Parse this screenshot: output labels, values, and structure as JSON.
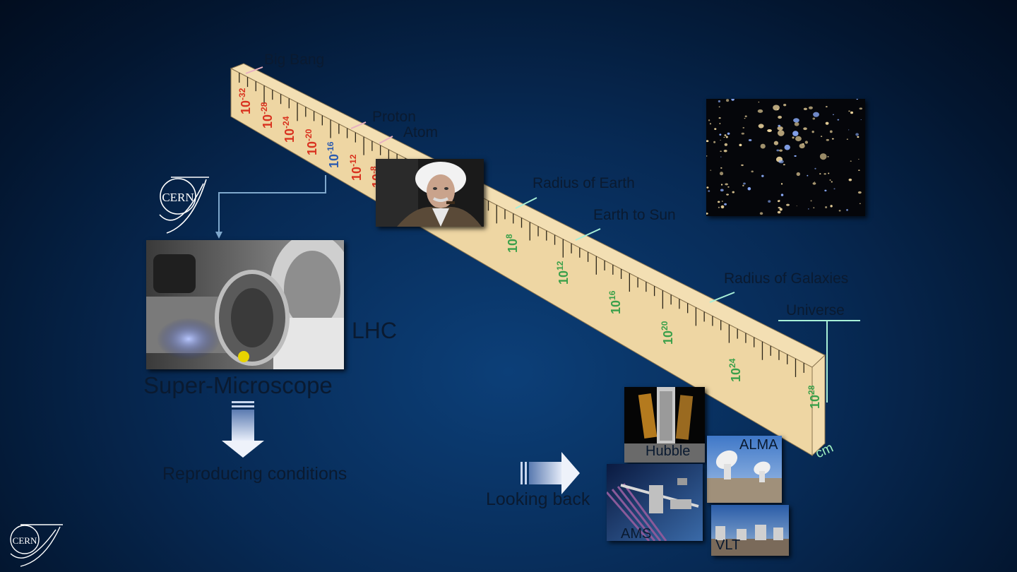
{
  "ruler": {
    "unit": "cm",
    "exponents_small": [
      "-32",
      "-28",
      "-24",
      "-20",
      "-16",
      "-12",
      "-8"
    ],
    "exponents_large": [
      "8",
      "12",
      "16",
      "20",
      "24",
      "28"
    ],
    "base": "10"
  },
  "labels": {
    "big_bang": "Big Bang",
    "proton": "Proton",
    "atom": "Atom",
    "radius_earth": "Radius of Earth",
    "earth_sun": "Earth to Sun",
    "radius_galaxies": "Radius of Galaxies",
    "universe": "Universe"
  },
  "lhc": {
    "label": "LHC",
    "caption": "Super-Microscope",
    "reproducing": "Reproducing conditions"
  },
  "telescopes": {
    "looking_back": "Looking back",
    "hubble": "Hubble",
    "alma": "ALMA",
    "ams": "AMS",
    "vlt": "VLT"
  },
  "logos": {
    "cern": "CERN"
  },
  "colors": {
    "ruler_face": "#f0d9a8",
    "red_exp": "#d9321f",
    "blue_exp": "#2b5bb0",
    "green_exp": "#3aa04a"
  }
}
